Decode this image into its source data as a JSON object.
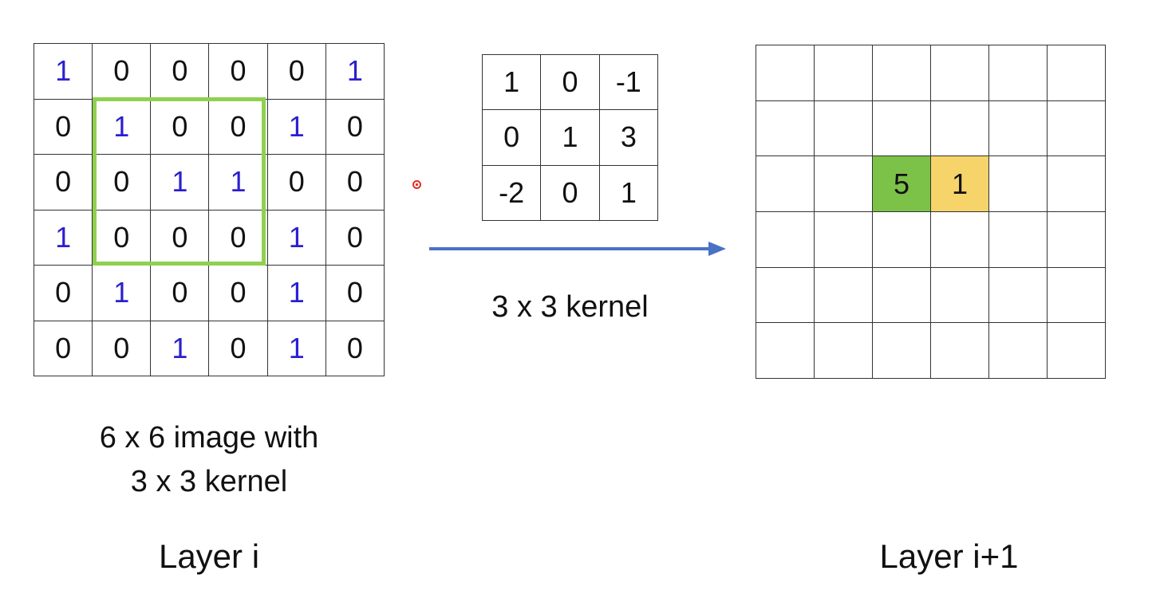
{
  "input_grid": {
    "rows": [
      [
        "1",
        "0",
        "0",
        "0",
        "0",
        "1"
      ],
      [
        "0",
        "1",
        "0",
        "0",
        "1",
        "0"
      ],
      [
        "0",
        "0",
        "1",
        "1",
        "0",
        "0"
      ],
      [
        "1",
        "0",
        "0",
        "0",
        "1",
        "0"
      ],
      [
        "0",
        "1",
        "0",
        "0",
        "1",
        "0"
      ],
      [
        "0",
        "0",
        "1",
        "0",
        "1",
        "0"
      ]
    ],
    "one_color": "#2b1fd0",
    "highlight_color": "#8fd14f"
  },
  "kernel": {
    "rows": [
      [
        "1",
        "0",
        "-1"
      ],
      [
        "0",
        "1",
        "3"
      ],
      [
        "-2",
        "0",
        "1"
      ]
    ]
  },
  "output_grid": {
    "rows": 6,
    "cols": 6,
    "filled_cells": [
      {
        "row": 2,
        "col": 2,
        "value": "5",
        "color": "#7cc148"
      },
      {
        "row": 2,
        "col": 3,
        "value": "1",
        "color": "#f7d46a"
      }
    ]
  },
  "labels": {
    "kernel_caption": "3 x 3 kernel",
    "input_caption_line1": "6 x 6 image with",
    "input_caption_line2": "3 x 3 kernel",
    "layer_i": "Layer i",
    "layer_i_plus_1": "Layer i+1"
  },
  "arrow_color": "#4a72c4"
}
